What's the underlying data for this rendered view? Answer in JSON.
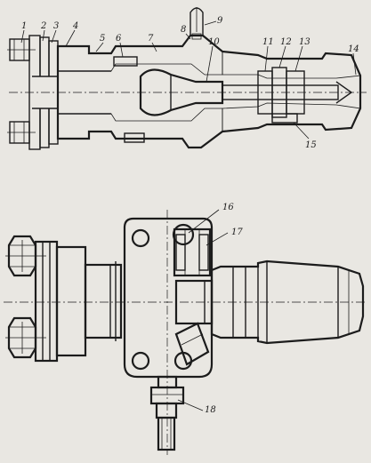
{
  "callouts": {
    "n1": "1",
    "n2": "2",
    "n3": "3",
    "n4": "4",
    "n5": "5",
    "n6": "6",
    "n7": "7",
    "n8": "8",
    "n9": "9",
    "n10": "10",
    "n11": "11",
    "n12": "12",
    "n13": "13",
    "n14": "14",
    "n15": "15",
    "n16": "16",
    "n17": "17",
    "n18": "18"
  },
  "colors": {
    "paper": "#e9e7e2",
    "ink": "#1c1c1c"
  }
}
